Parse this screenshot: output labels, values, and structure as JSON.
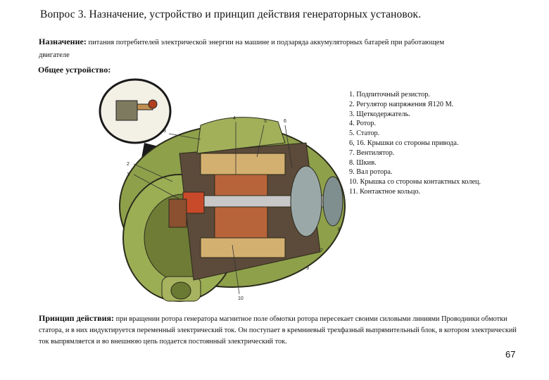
{
  "slide": {
    "title": "Вопрос 3. Назначение, устройство и принцип действия генераторных установок.",
    "purpose_label": "Назначение:",
    "purpose_text": " питания потребителей электрической энергии на машине и подзаряда аккумуляторных батарей при работающем двигателе",
    "general_label": "Общее устройство:",
    "legend": [
      "1. Подпиточный резистор.",
      "2. Регулятор напряжения Я120 М.",
      "3. Щеткодержатель.",
      "4. Ротор.",
      "5. Статор.",
      "6, 16. Крышки со стороны привода.",
      "7. Вентилятор.",
      "8. Шкив.",
      "9. Вал ротора.",
      "10. Крышка со стороны контактных колец.",
      "11. Контактное кольцо."
    ],
    "principle_label": "Принцип действия:",
    "principle_text": " при вращении ротора генератора магнитное поле обмотки ротора пересекает своими силовыми линиями Проводники обмотки статора, и в них индуктируется переменный электрический ток. Он поступает в кремниевый трехфазный выпрямительный блок, в котором электрический ток выпрямляется и во внешнюю цепь подается постоянный электрический ток.",
    "page_number": "67",
    "illustration_callouts": [
      "1",
      "2",
      "3",
      "4",
      "5",
      "6",
      "7",
      "8",
      "9",
      "10"
    ]
  }
}
